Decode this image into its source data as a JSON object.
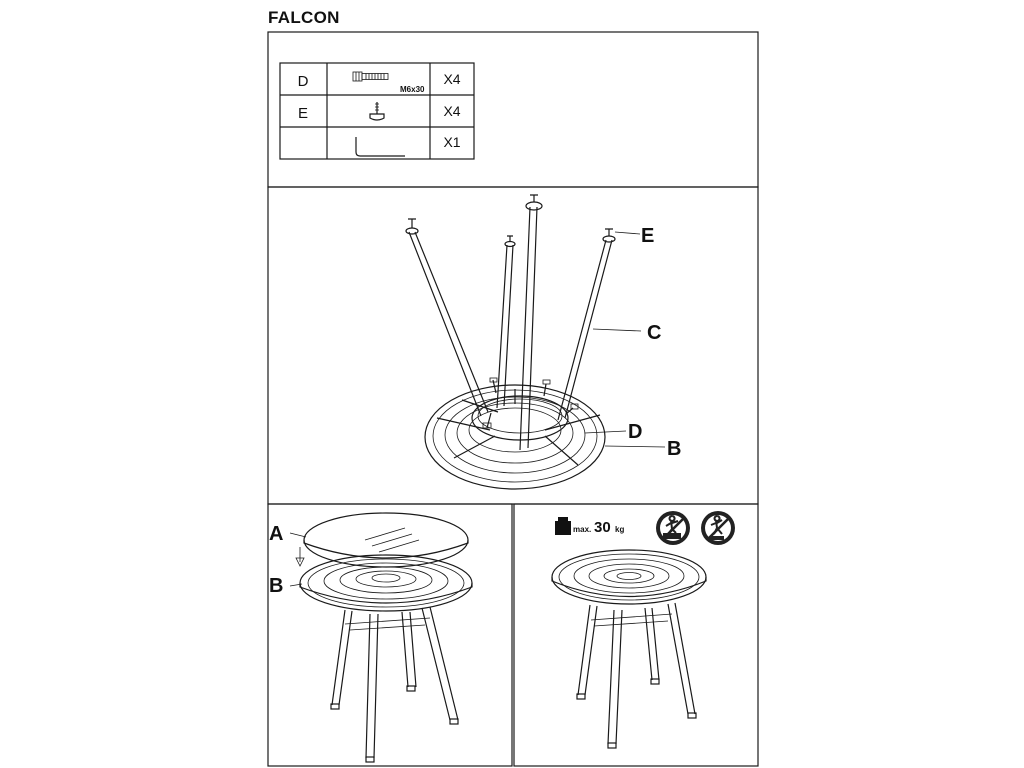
{
  "title": "FALCON",
  "parts_table": {
    "rows": [
      {
        "letter": "D",
        "spec": "M6x30",
        "qty": "X4",
        "icon": "bolt-icon"
      },
      {
        "letter": "E",
        "spec": "",
        "qty": "X4",
        "icon": "levelling-foot-icon"
      },
      {
        "letter": "",
        "spec": "",
        "qty": "X1",
        "icon": "allen-key-icon"
      }
    ]
  },
  "step1": {
    "labels": {
      "E": "E",
      "C": "C",
      "D": "D",
      "B": "B"
    }
  },
  "step2": {
    "labels": {
      "A": "A",
      "B": "B"
    }
  },
  "step3": {
    "load_prefix": "max.",
    "load_value": "30",
    "load_unit": "kg",
    "warning_icons": [
      "no-standing-on-table-icon",
      "no-climbing-icon"
    ]
  },
  "colors": {
    "line": "#1a1a1a",
    "background": "#ffffff",
    "warning_fill": "#222222"
  }
}
